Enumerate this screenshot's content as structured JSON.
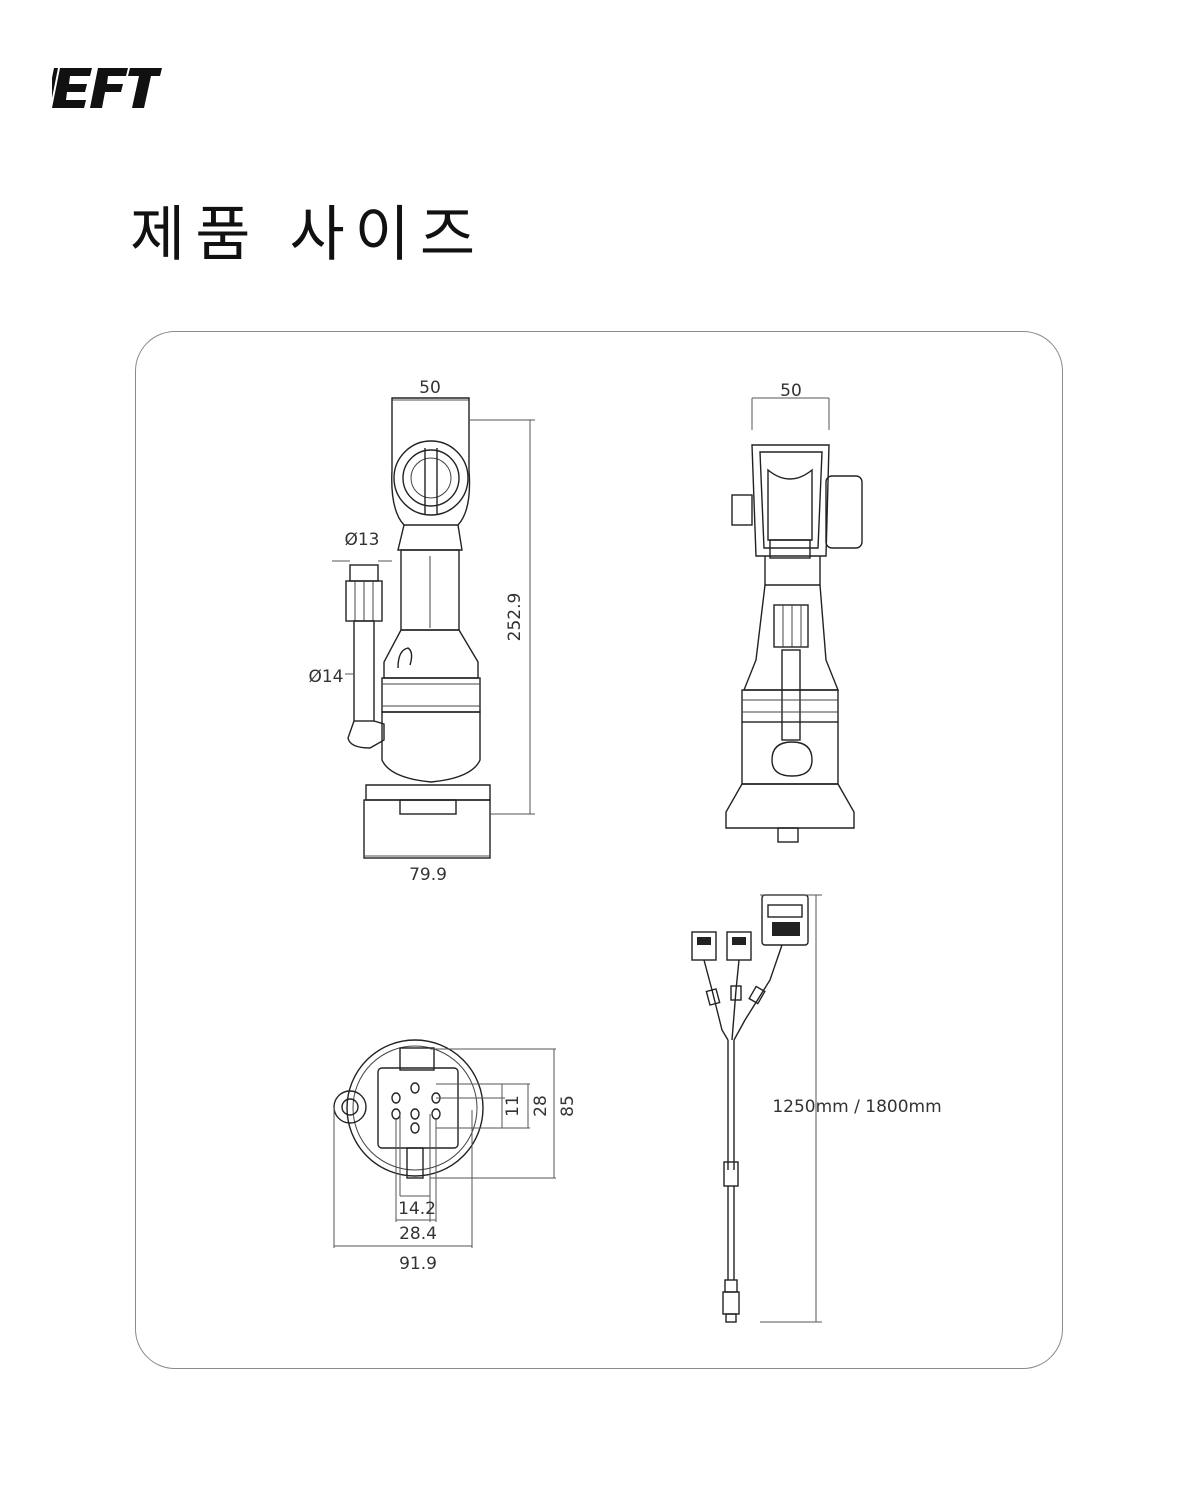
{
  "brand": {
    "logo_text": "EFT"
  },
  "page": {
    "title": "제품 사이즈"
  },
  "front_view": {
    "top_width": "50",
    "connector_dia": "Ø13",
    "tube_dia": "Ø14",
    "height": "252.9",
    "base_width": "79.9"
  },
  "side_view": {
    "top_width": "50"
  },
  "bottom_view": {
    "hole_spacing_v1": "11",
    "hole_spacing_v2": "28",
    "height": "85",
    "hole_spacing_h1": "14.2",
    "hole_spacing_h2": "28.4",
    "width": "91.9"
  },
  "cable_view": {
    "length": "1250mm / 1800mm"
  }
}
